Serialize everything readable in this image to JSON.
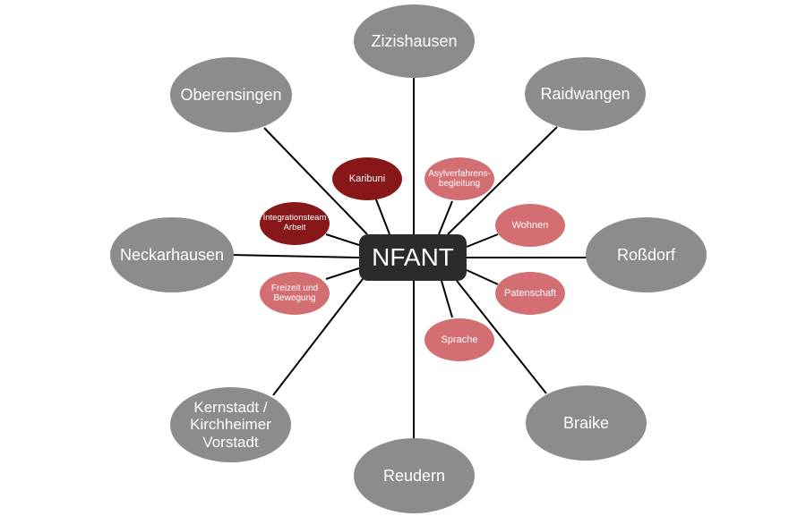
{
  "center": {
    "label": "NFANT"
  },
  "outer": {
    "zizishausen": "Zizishausen",
    "raidwangen": "Raidwangen",
    "rossdorf": "Roßdorf",
    "braike": "Braike",
    "reudern": "Reudern",
    "kernstadt": "Kernstadt /\nKirchheimer\nVorstadt",
    "neckarhausen": "Neckarhausen",
    "oberensingen": "Oberensingen"
  },
  "inner": {
    "karibuni": "Karibuni",
    "asyl": "Asylverfahrens-\nbegleitung",
    "wohnen": "Wohnen",
    "patenschaft": "Patenschaft",
    "sprache": "Sprache",
    "freizeit": "Freizeit und\nBewegung",
    "integration": "Integrationsteam\nArbeit"
  },
  "colors": {
    "outer_node": "#8c8c8c",
    "inner_light": "#d36f72",
    "inner_dark": "#871719",
    "center": "#2b2b2b",
    "lines": "#000000"
  }
}
